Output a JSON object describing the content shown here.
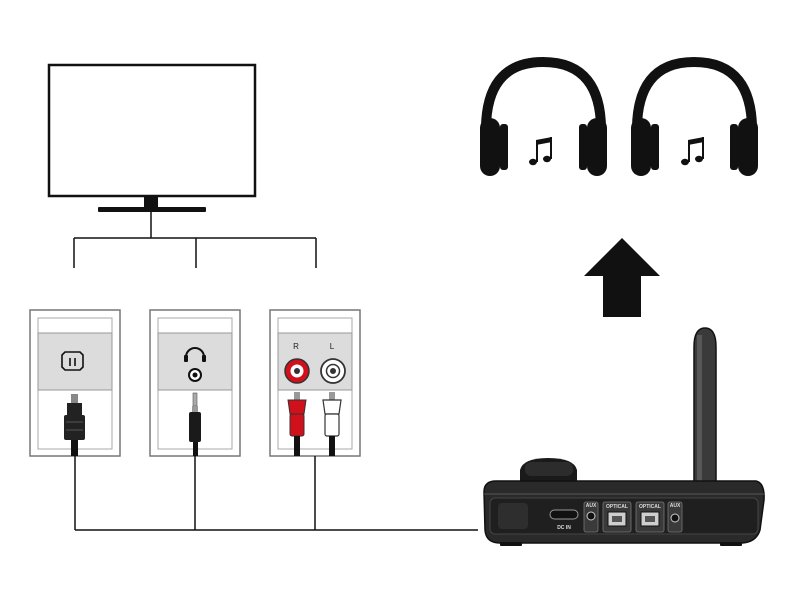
{
  "diagram": {
    "rca": {
      "right_label": "R",
      "left_label": "L"
    },
    "transmitter": {
      "dc_label": "DC IN",
      "aux_label_1": "AUX",
      "optical_label_1": "OPTICAL",
      "optical_label_2": "OPTICAL",
      "aux_label_2": "AUX"
    },
    "icons": {
      "tv": "tv-icon",
      "optical": "optical-port-icon",
      "headphone_port": "headphone-port-icon",
      "headphones": "headphones-icon",
      "music_note": "music-note-icon",
      "arrow": "arrow-up-icon"
    },
    "colors": {
      "line": "#111111",
      "panel_bg": "#dcdcdc",
      "panel_border": "#777777",
      "red_plug": "#d0101a",
      "device_body": "#2a2a2a"
    }
  }
}
